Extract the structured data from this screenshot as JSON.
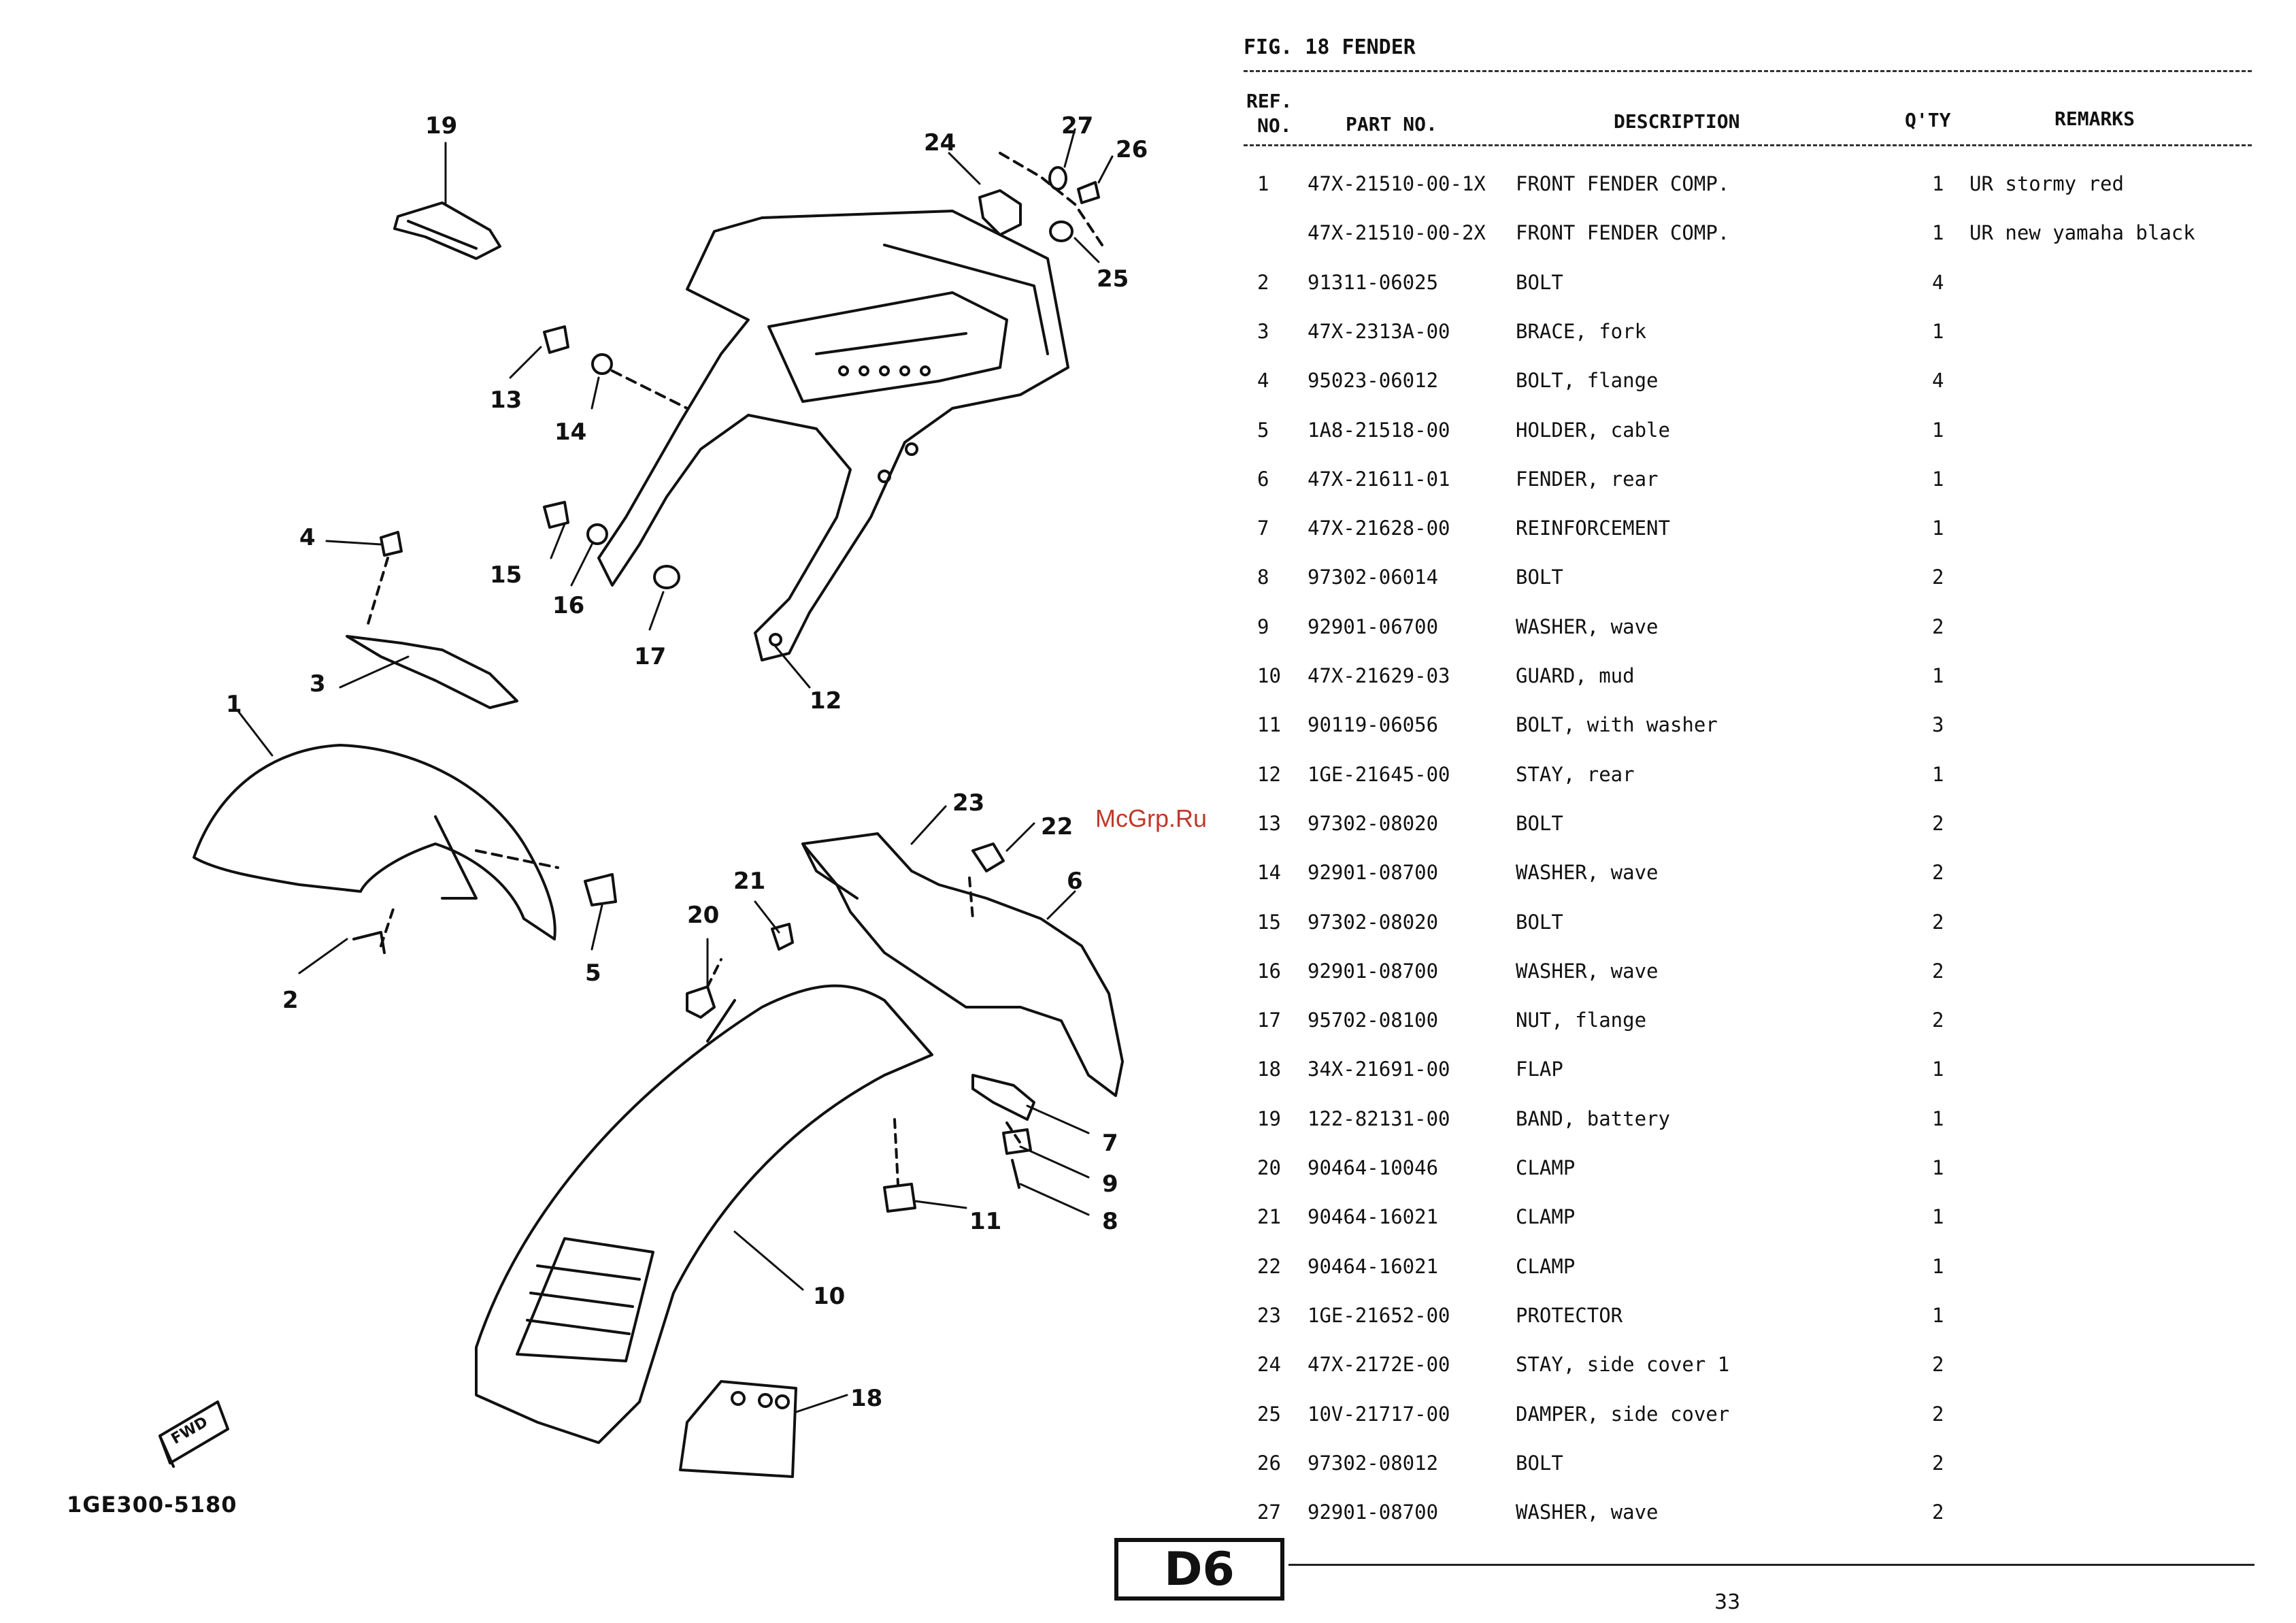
{
  "figure_title": "FIG. 18  FENDER",
  "headers": {
    "ref_no_line1": "REF.",
    "ref_no_line2": "NO.",
    "part_no": "PART NO.",
    "description": "DESCRIPTION",
    "qty": "Q'TY",
    "remarks": "REMARKS"
  },
  "rows": [
    {
      "ref": "1",
      "part": "47X-21510-00-1X",
      "desc": "FRONT FENDER COMP.",
      "qty": "1",
      "remarks": "UR stormy red"
    },
    {
      "ref": "",
      "part": "47X-21510-00-2X",
      "desc": "FRONT FENDER COMP.",
      "qty": "1",
      "remarks": "UR new yamaha black"
    },
    {
      "ref": "2",
      "part": "91311-06025",
      "desc": "BOLT",
      "qty": "4",
      "remarks": ""
    },
    {
      "ref": "3",
      "part": "47X-2313A-00",
      "desc": "BRACE, fork",
      "qty": "1",
      "remarks": ""
    },
    {
      "ref": "4",
      "part": "95023-06012",
      "desc": "BOLT, flange",
      "qty": "4",
      "remarks": ""
    },
    {
      "ref": "5",
      "part": "1A8-21518-00",
      "desc": "HOLDER, cable",
      "qty": "1",
      "remarks": ""
    },
    {
      "ref": "6",
      "part": "47X-21611-01",
      "desc": "FENDER, rear",
      "qty": "1",
      "remarks": ""
    },
    {
      "ref": "7",
      "part": "47X-21628-00",
      "desc": "REINFORCEMENT",
      "qty": "1",
      "remarks": ""
    },
    {
      "ref": "8",
      "part": "97302-06014",
      "desc": "BOLT",
      "qty": "2",
      "remarks": ""
    },
    {
      "ref": "9",
      "part": "92901-06700",
      "desc": "WASHER, wave",
      "qty": "2",
      "remarks": ""
    },
    {
      "ref": "10",
      "part": "47X-21629-03",
      "desc": "GUARD, mud",
      "qty": "1",
      "remarks": ""
    },
    {
      "ref": "11",
      "part": "90119-06056",
      "desc": "BOLT, with washer",
      "qty": "3",
      "remarks": ""
    },
    {
      "ref": "12",
      "part": "1GE-21645-00",
      "desc": "STAY, rear",
      "qty": "1",
      "remarks": ""
    },
    {
      "ref": "13",
      "part": "97302-08020",
      "desc": "BOLT",
      "qty": "2",
      "remarks": ""
    },
    {
      "ref": "14",
      "part": "92901-08700",
      "desc": "WASHER, wave",
      "qty": "2",
      "remarks": ""
    },
    {
      "ref": "15",
      "part": "97302-08020",
      "desc": "BOLT",
      "qty": "2",
      "remarks": ""
    },
    {
      "ref": "16",
      "part": "92901-08700",
      "desc": "WASHER, wave",
      "qty": "2",
      "remarks": ""
    },
    {
      "ref": "17",
      "part": "95702-08100",
      "desc": "NUT, flange",
      "qty": "2",
      "remarks": ""
    },
    {
      "ref": "18",
      "part": "34X-21691-00",
      "desc": "FLAP",
      "qty": "1",
      "remarks": ""
    },
    {
      "ref": "19",
      "part": "122-82131-00",
      "desc": "BAND, battery",
      "qty": "1",
      "remarks": ""
    },
    {
      "ref": "20",
      "part": "90464-10046",
      "desc": "CLAMP",
      "qty": "1",
      "remarks": ""
    },
    {
      "ref": "21",
      "part": "90464-16021",
      "desc": "CLAMP",
      "qty": "1",
      "remarks": ""
    },
    {
      "ref": "22",
      "part": "90464-16021",
      "desc": "CLAMP",
      "qty": "1",
      "remarks": ""
    },
    {
      "ref": "23",
      "part": "1GE-21652-00",
      "desc": "PROTECTOR",
      "qty": "1",
      "remarks": ""
    },
    {
      "ref": "24",
      "part": "47X-2172E-00",
      "desc": "STAY, side cover 1",
      "qty": "2",
      "remarks": ""
    },
    {
      "ref": "25",
      "part": "10V-21717-00",
      "desc": "DAMPER, side cover",
      "qty": "2",
      "remarks": ""
    },
    {
      "ref": "26",
      "part": "97302-08012",
      "desc": "BOLT",
      "qty": "2",
      "remarks": ""
    },
    {
      "ref": "27",
      "part": "92901-08700",
      "desc": "WASHER, wave",
      "qty": "2",
      "remarks": ""
    }
  ],
  "diagram": {
    "callouts": [
      "19",
      "27",
      "24",
      "26",
      "25",
      "13",
      "14",
      "4",
      "15",
      "16",
      "17",
      "3",
      "12",
      "1",
      "23",
      "22",
      "6",
      "21",
      "20",
      "5",
      "2",
      "7",
      "9",
      "11",
      "8",
      "10",
      "18"
    ],
    "code": "1GE300-5180",
    "fwd_label": "FWD"
  },
  "page_code": "D6",
  "page_number": "33",
  "watermark": "McGrp.Ru"
}
